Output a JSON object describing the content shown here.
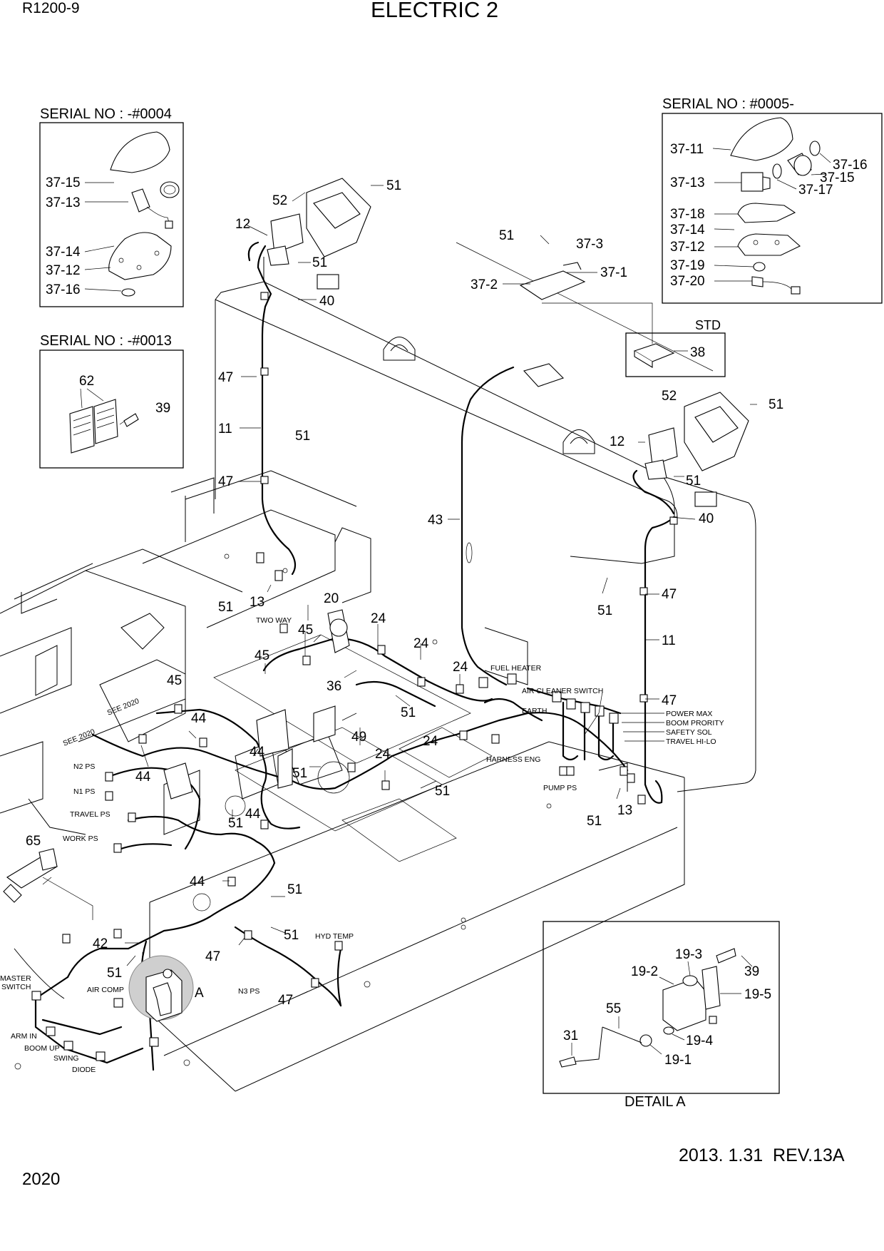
{
  "header": {
    "model": "R1200-9",
    "title": "ELECTRIC 2"
  },
  "footer": {
    "page_number": "2020",
    "revision": "2013. 1.31  REV.13A"
  },
  "insets": {
    "serial_0004": {
      "title": "SERIAL NO : -#0004",
      "labels": [
        "37-15",
        "37-13",
        "37-14",
        "37-12",
        "37-16"
      ]
    },
    "serial_0013": {
      "title": "SERIAL NO : -#0013",
      "labels": [
        "62",
        "39"
      ]
    },
    "serial_0005": {
      "title": "SERIAL NO : #0005-",
      "labels": [
        "37-11",
        "37-16",
        "37-15",
        "37-13",
        "37-17",
        "37-18",
        "37-14",
        "37-12",
        "37-19",
        "37-20"
      ]
    },
    "std": {
      "title": "STD",
      "labels": [
        "38"
      ]
    },
    "detail_a": {
      "title": "DETAIL A",
      "labels": [
        "19-3",
        "39",
        "19-2",
        "19-5",
        "55",
        "31",
        "19-4",
        "19-1"
      ]
    }
  },
  "callouts": [
    "51",
    "52",
    "12",
    "51",
    "40",
    "51",
    "37-3",
    "37-2",
    "37-1",
    "47",
    "11",
    "47",
    "51",
    "52",
    "51",
    "12",
    "51",
    "40",
    "43",
    "47",
    "51",
    "11",
    "47",
    "51",
    "13",
    "20",
    "24",
    "24",
    "24",
    "45",
    "45",
    "45",
    "36",
    "51",
    "44",
    "44",
    "44",
    "49",
    "24",
    "24",
    "51",
    "51",
    "44",
    "51",
    "13",
    "51",
    "65",
    "44",
    "51",
    "51",
    "42",
    "51",
    "47",
    "47",
    "A"
  ],
  "component_labels": [
    "TWO WAY",
    "FUEL HEATER",
    "AIR CLEANER SWITCH",
    "EARTH",
    "POWER MAX",
    "BOOM PRORITY",
    "SAFETY SOL",
    "TRAVEL HI-LO",
    "HARNESS ENG",
    "PUMP PS",
    "N2 PS",
    "N1 PS",
    "TRAVEL PS",
    "WORK PS",
    "SEE 2020",
    "SEE 2020",
    "HYD TEMP",
    "N3 PS",
    "MASTER",
    "SWITCH",
    "AIR COMP",
    "ARM IN",
    "BOOM UP",
    "SWING",
    "DIODE"
  ]
}
